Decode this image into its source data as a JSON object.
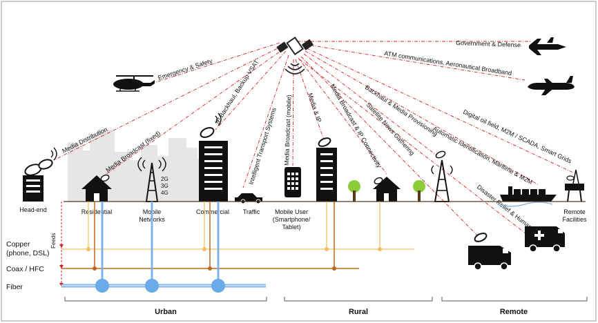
{
  "satellite_links": [
    "Government & Defense",
    "ATM communications, Aeronautical Broadband",
    "Emergency & Safety",
    "Media Distribution",
    "Media Broadcast (fixed)",
    "IP Backhaul, Backup VSAT",
    "Intelligent Transport Systems",
    "Media Broadcast (mobile)",
    "Media & IP",
    "Media Broadcast & IP Connectivity",
    "Satellite News Gathering",
    "Backhaul & Media Provisioning",
    "Automatic Identification, Maritime & M2M",
    "Digital oil field, M2M / SCADA, Smart Grids",
    "Disaster Relief & Humanitarian Aid"
  ],
  "endpoints": {
    "head_end": "Head-end",
    "residential": "Residential",
    "mobile_networks_line1": "Mobile",
    "mobile_networks_line2": "Networks",
    "cell_2g": "2G",
    "cell_3g": "3G",
    "cell_4g": "4G",
    "commercial": "Commercial",
    "traffic": "Traffic",
    "mobile_user_line1": "Mobile User",
    "mobile_user_line2": "(Smartphone/",
    "mobile_user_line3": "Tablet)",
    "remote_facilities_line1": "Remote",
    "remote_facilities_line2": "Facilities"
  },
  "networks": {
    "feeds": "Feeds",
    "copper_line1": "Copper",
    "copper_line2": "(phone, DSL)",
    "coax": "Coax / HFC",
    "fiber": "Fiber"
  },
  "regions": {
    "urban": "Urban",
    "rural": "Rural",
    "remote": "Remote"
  },
  "colors": {
    "ray": "#d0202a",
    "copper": "#f0c060",
    "coax": "#c0661a",
    "fiber": "#7fb3e6",
    "fiber_node": "#6aaae6",
    "tree": "#8ccc3a",
    "ground": "#4a3a1a"
  }
}
